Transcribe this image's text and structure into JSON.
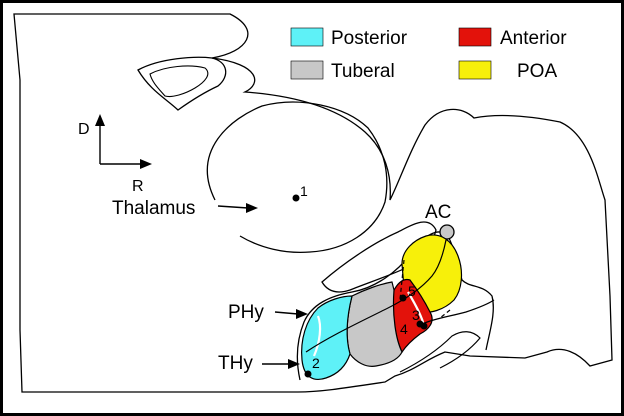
{
  "legend": {
    "items": [
      {
        "label": "Posterior",
        "color": "#5ef1f7"
      },
      {
        "label": "Anterior",
        "color": "#e3120b"
      },
      {
        "label": "Tuberal",
        "color": "#c8c8c8"
      },
      {
        "label": "POA",
        "color": "#f7f00a"
      }
    ]
  },
  "orientation": {
    "dorsal": "D",
    "rostral": "R"
  },
  "structures": {
    "thalamus": "Thalamus",
    "ac": "AC",
    "phy": "PHy",
    "thy": "THy"
  },
  "points": [
    "1",
    "2",
    "3",
    "4",
    "5"
  ],
  "colors": {
    "border": "#000000",
    "outline": "#000000",
    "background": "#ffffff"
  }
}
